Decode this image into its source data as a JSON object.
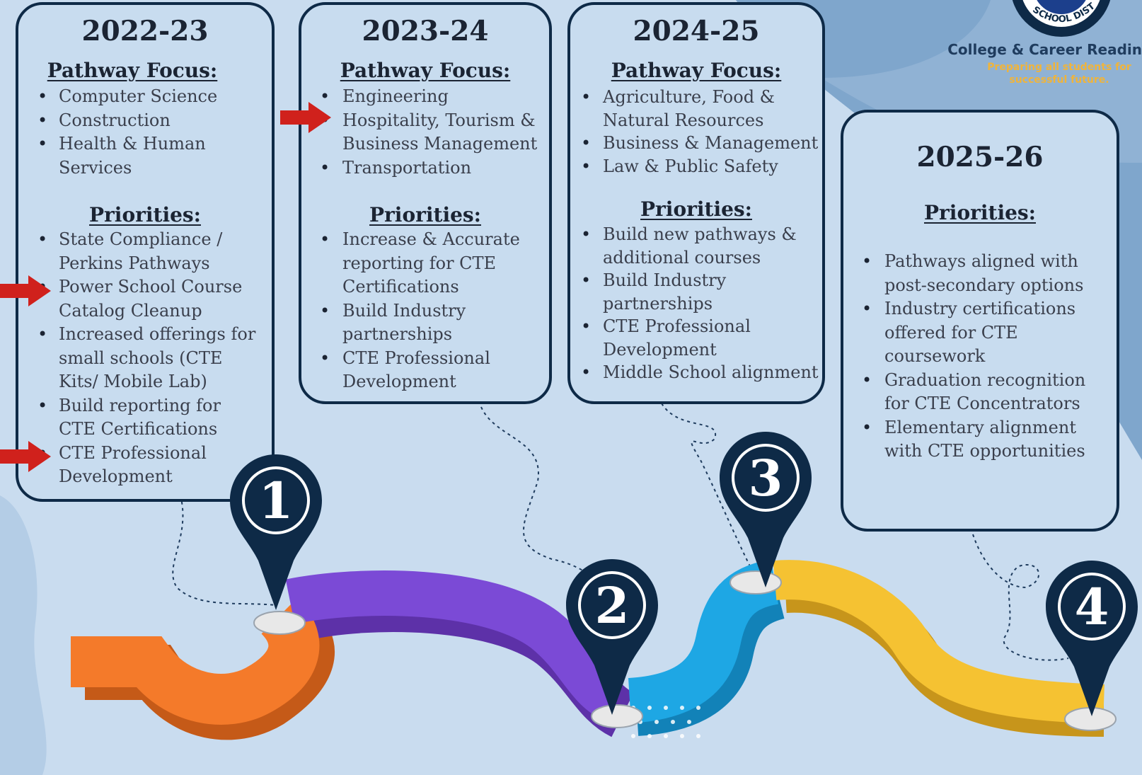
{
  "logo": {
    "seal_text": "SCHOOL DISTRICT",
    "title": "College & Career Readin",
    "subtitle_line1": "Preparing all students for",
    "subtitle_line2": "successful future."
  },
  "colors": {
    "background": "#c9dcef",
    "card_border": "#0e2a47",
    "pin": "#0e2a47",
    "arrow": "#d0211c",
    "road_orange": "#f47a2a",
    "road_purple": "#7b4ad6",
    "road_blue": "#1ea7e4",
    "road_yellow": "#f5c232"
  },
  "icons": [
    "map-pin-icon",
    "right-arrow-icon",
    "district-seal-icon"
  ],
  "cards": [
    {
      "year": "2022-23",
      "pathway_heading": "Pathway Focus:",
      "pathways": [
        "Computer Science",
        "Construction",
        "Health & Human Services"
      ],
      "priorities_heading": "Priorities:",
      "priorities": [
        "State Compliance / Perkins Pathways",
        "Power School Course Catalog Cleanup",
        "Increased offerings for small schools (CTE Kits/ Mobile Lab)",
        "Build reporting for CTE Certifications",
        "CTE Professional Development"
      ]
    },
    {
      "year": "2023-24",
      "pathway_heading": "Pathway Focus:",
      "pathways": [
        "Engineering",
        "Hospitality, Tourism & Business Management",
        "Transportation"
      ],
      "priorities_heading": "Priorities:",
      "priorities": [
        "Increase & Accurate reporting for CTE Certifications",
        "Build Industry partnerships",
        "CTE Professional Development"
      ]
    },
    {
      "year": "2024-25",
      "pathway_heading": "Pathway Focus:",
      "pathways": [
        "Agriculture, Food & Natural Resources",
        "Business & Management",
        "Law & Public Safety"
      ],
      "priorities_heading": "Priorities:",
      "priorities": [
        "Build new pathways & additional courses",
        "Build Industry partnerships",
        "CTE Professional Development",
        "Middle School alignment"
      ]
    },
    {
      "year": "2025-26",
      "priorities_heading": "Priorities:",
      "priorities": [
        "Pathways aligned with post-secondary options",
        "Industry certifications offered for CTE coursework",
        "Graduation recognition for CTE Concentrators",
        "Elementary alignment with CTE opportunities"
      ]
    }
  ],
  "pins": [
    "1",
    "2",
    "3",
    "4"
  ]
}
